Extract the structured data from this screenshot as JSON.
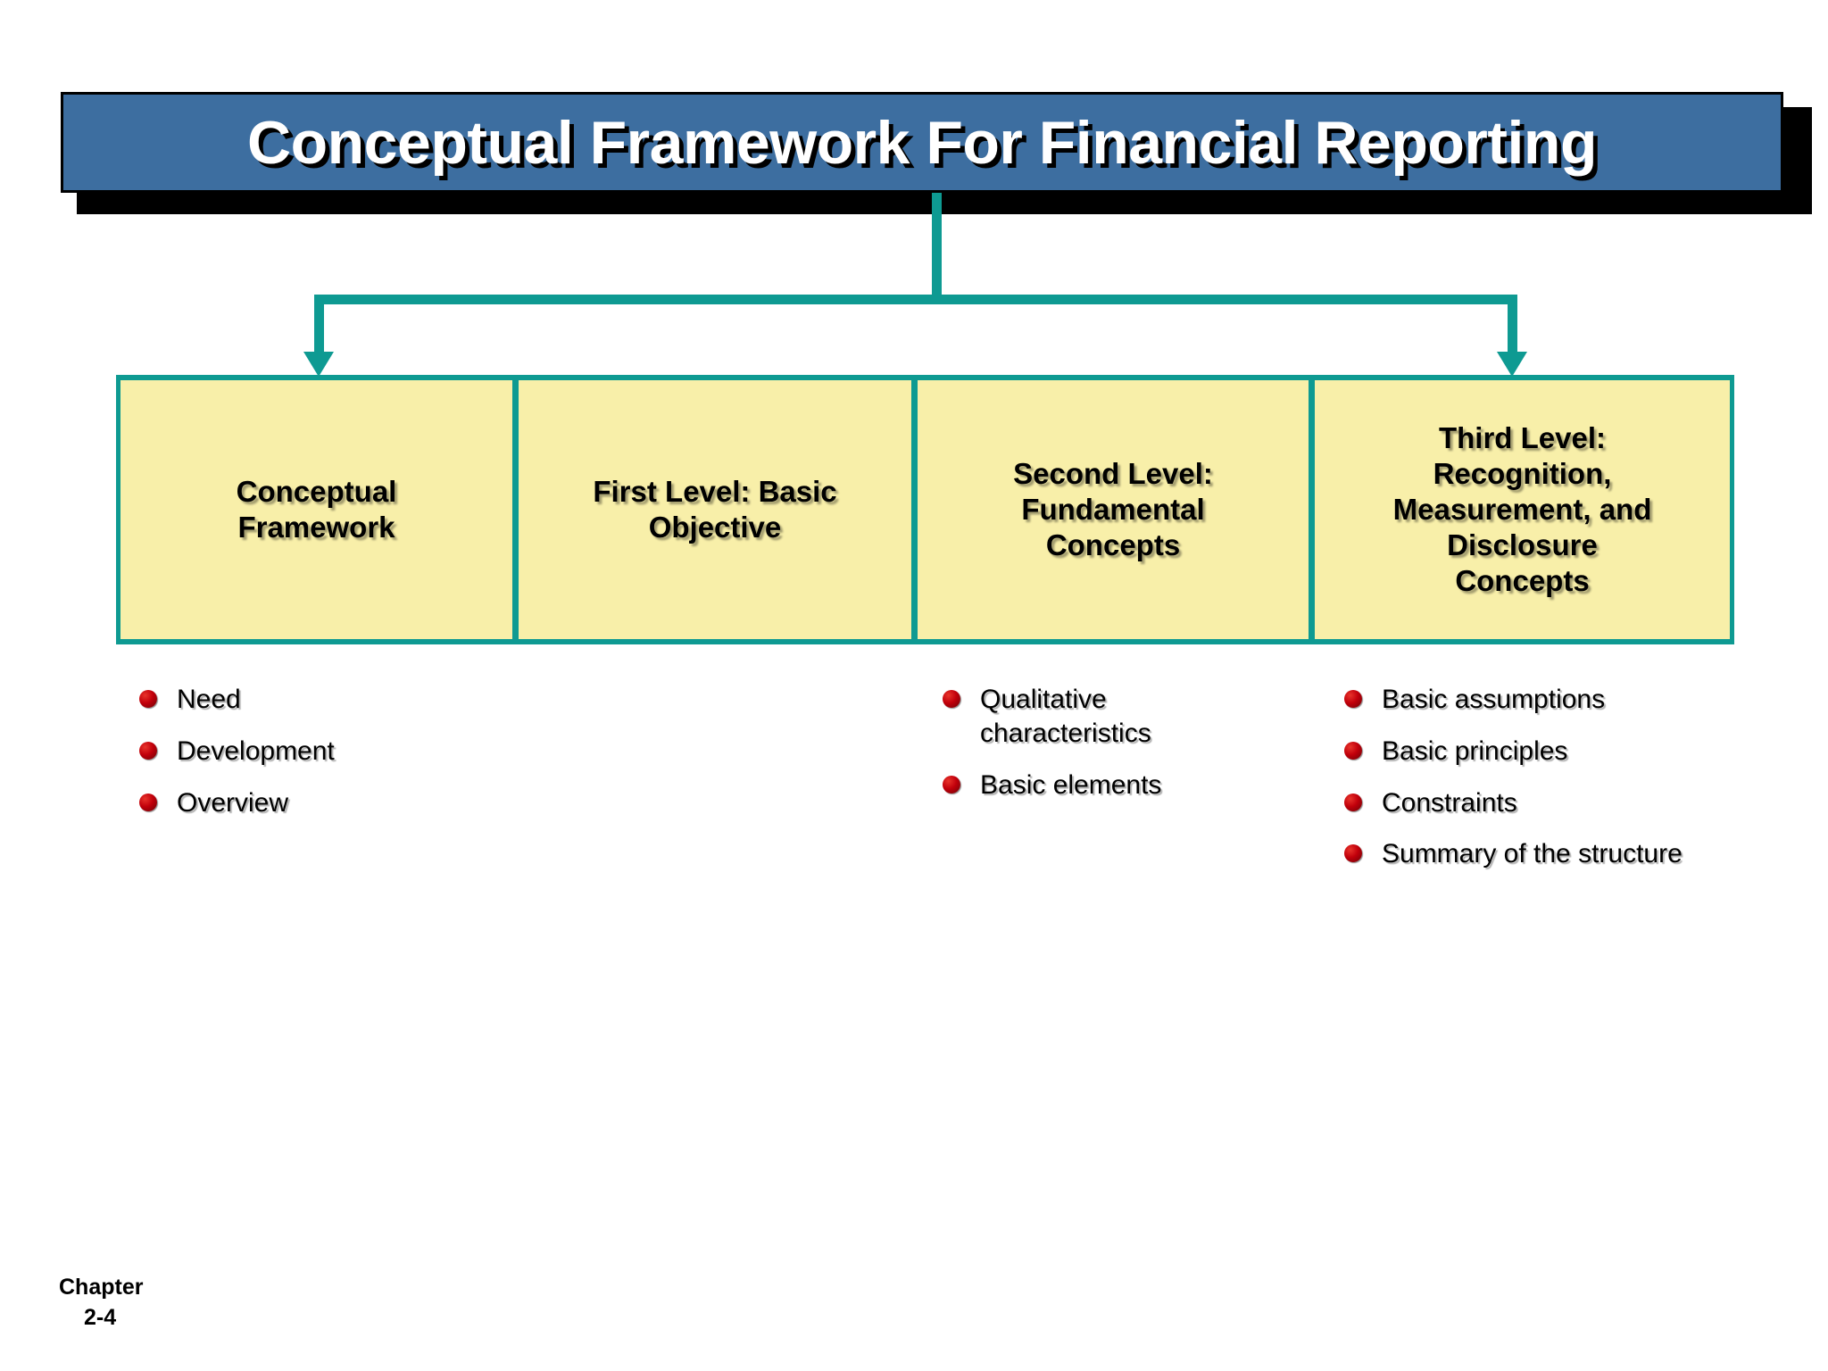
{
  "slide": {
    "title": "Conceptual Framework For Financial Reporting",
    "accent_teal": "#0E9A92",
    "box_fill": "#F8EFA9",
    "title_bar_blue": "#3D6EA0",
    "bullet_red": "#C2000B"
  },
  "boxes": [
    {
      "label": "Conceptual\nFramework"
    },
    {
      "label": "First Level:    Basic\nObjective"
    },
    {
      "label": "Second Level:\nFundamental\nConcepts"
    },
    {
      "label": "Third Level:\nRecognition,\nMeasurement, and\nDisclosure\nConcepts"
    }
  ],
  "columns": [
    {
      "items": [
        "Need",
        "Development",
        "Overview"
      ]
    },
    {
      "items": []
    },
    {
      "items": [
        "Qualitative characteristics",
        "Basic elements"
      ]
    },
    {
      "items": [
        "Basic assumptions",
        "Basic principles",
        "Constraints",
        "Summary of the structure"
      ]
    }
  ],
  "footer": {
    "chapter_label": "Chapter",
    "chapter_number": "2-4"
  }
}
